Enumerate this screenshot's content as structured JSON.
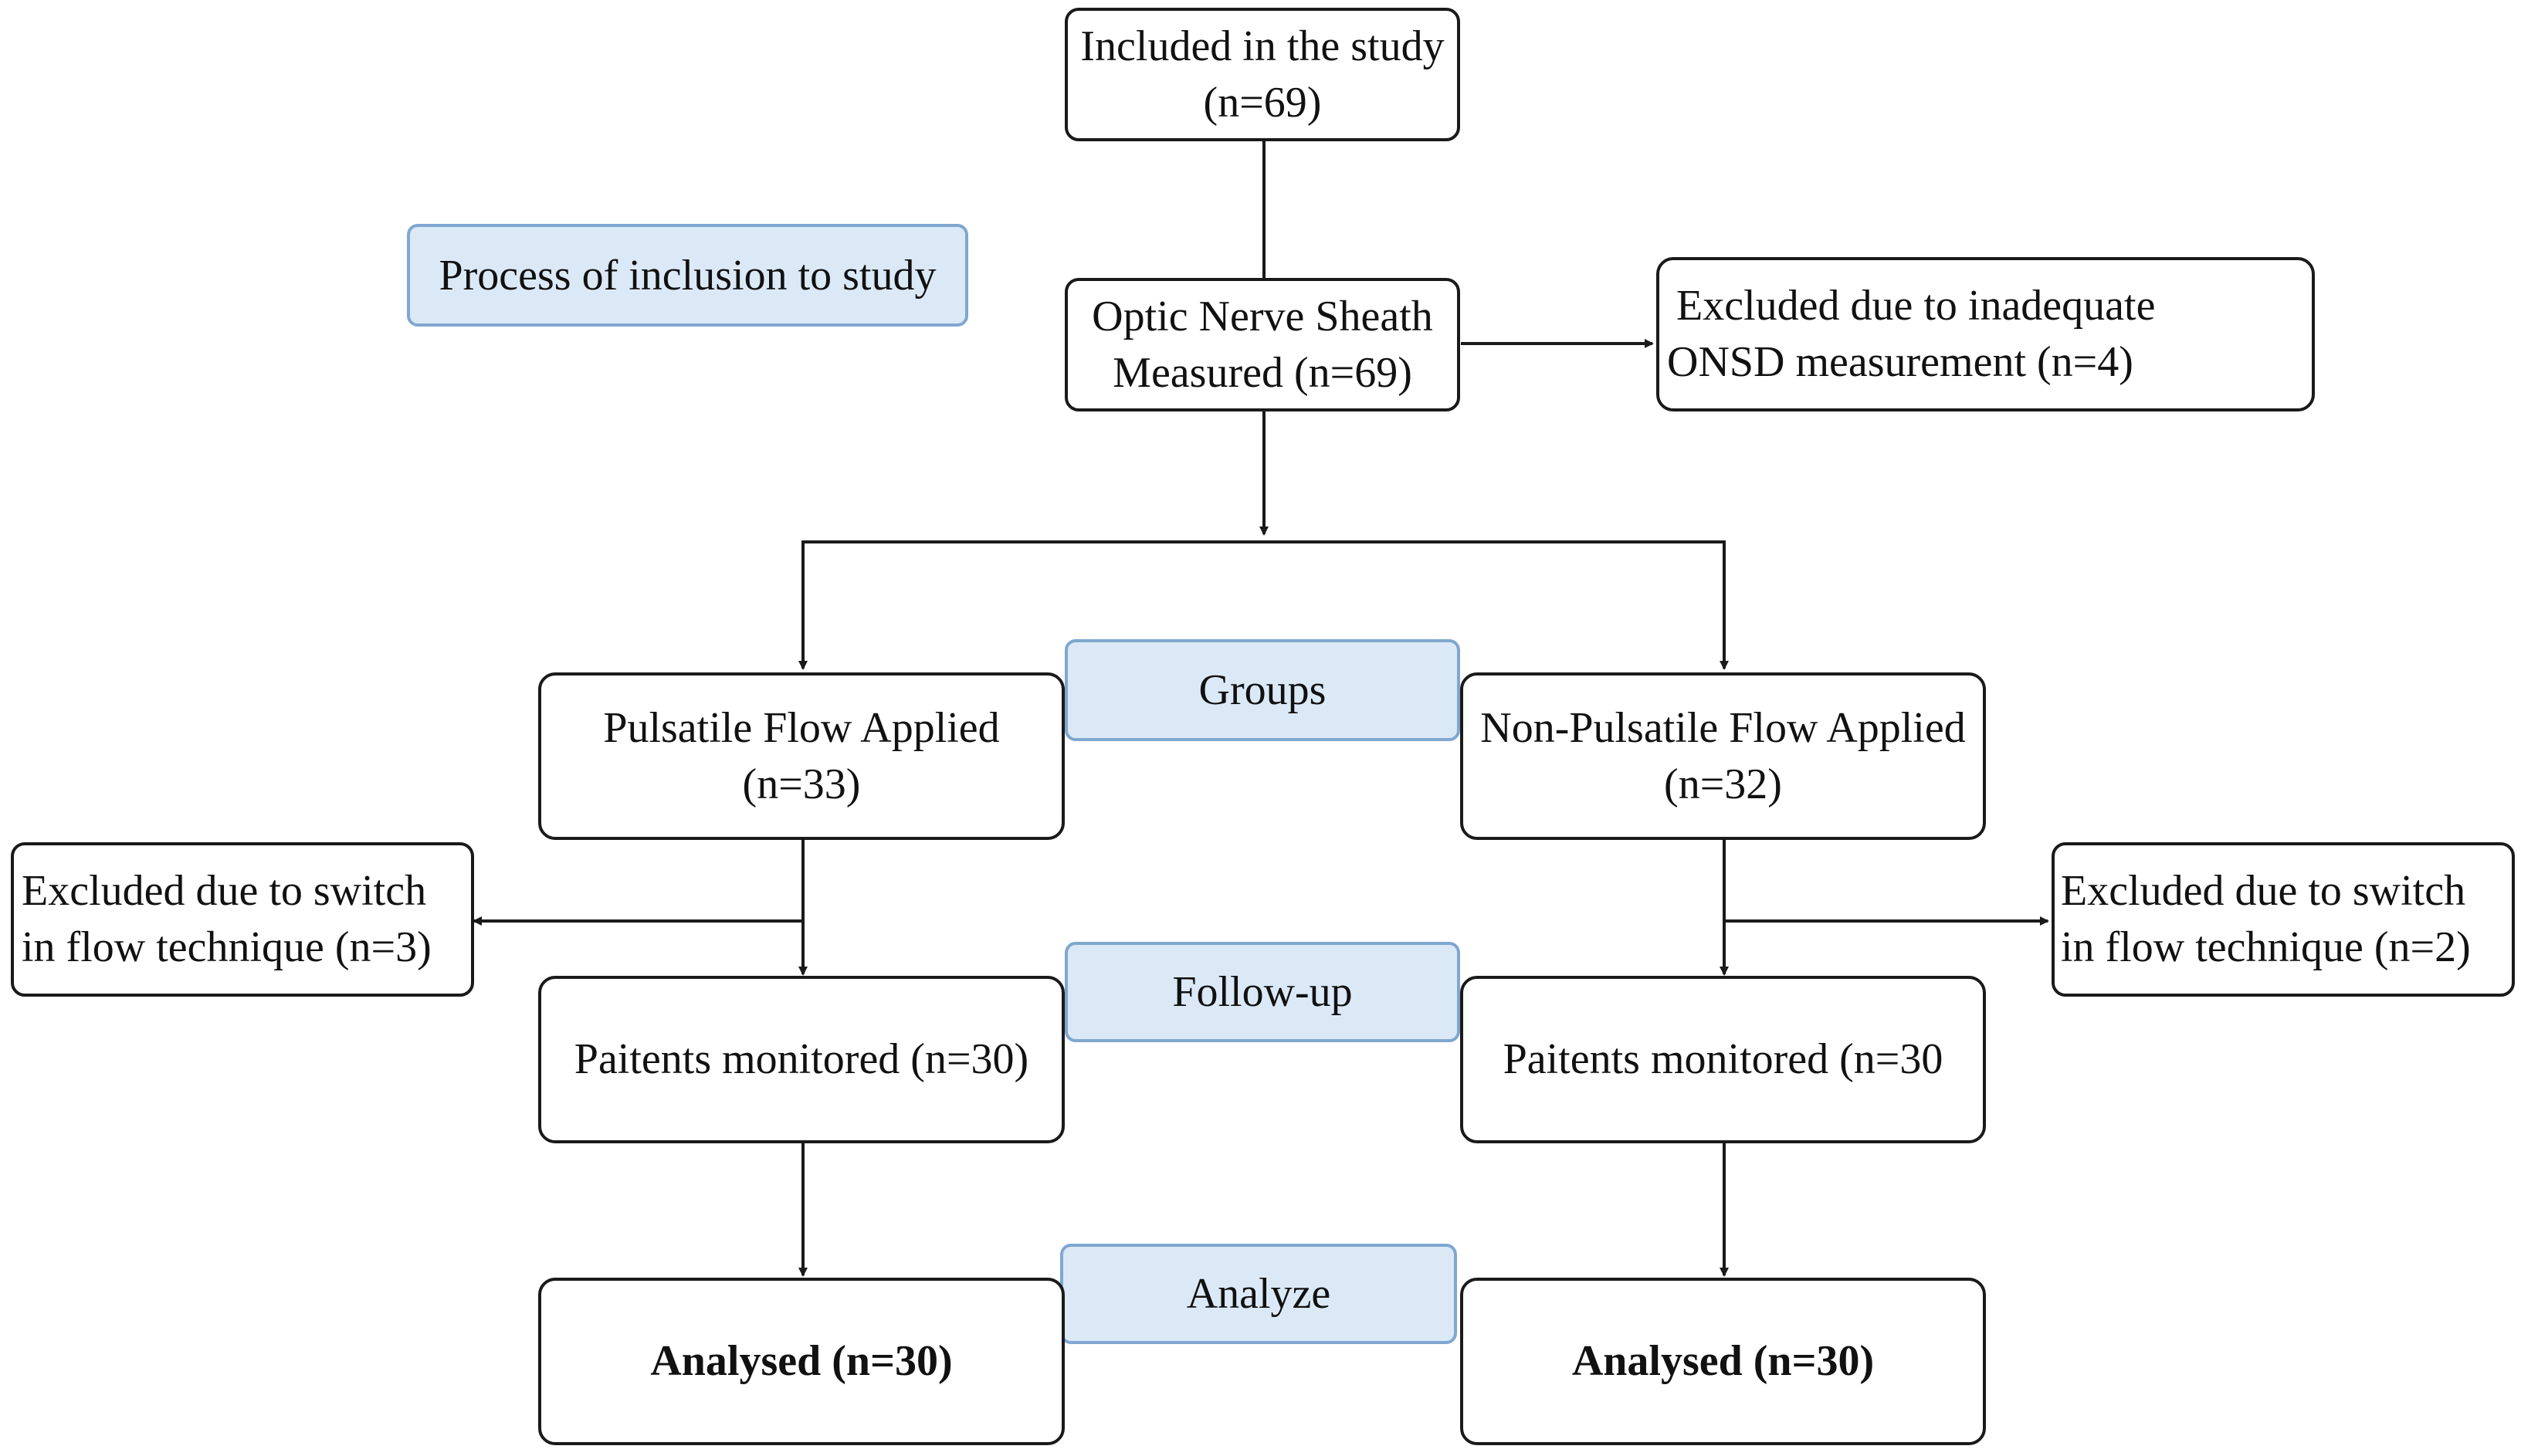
{
  "process_label": "Process of inclusion to study",
  "stage_labels": {
    "groups": "Groups",
    "followup": "Follow-up",
    "analyze": "Analyze"
  },
  "included": {
    "line1": "Included in the study",
    "line2": "(n=69)"
  },
  "onsd": {
    "line1": "Optic Nerve Sheath",
    "line2": "Measured (n=69)"
  },
  "excluded_onsd": {
    "line1": "Excluded due to inadequate",
    "line2": "ONSD measurement (n=4)"
  },
  "pulsatile": {
    "line1": "Pulsatile Flow Applied",
    "line2": "(n=33)"
  },
  "non_pulsatile": {
    "line1": "Non-Pulsatile Flow Applied",
    "line2": "(n=32)"
  },
  "excluded_left": {
    "line1": "Excluded due to switch",
    "line2": "in flow technique (n=3)"
  },
  "excluded_right": {
    "line1": "Excluded due to switch",
    "line2": "in flow technique (n=2)"
  },
  "monitored_left": "Paitents monitored (n=30)",
  "monitored_right": "Paitents monitored (n=30",
  "analysed_left": "Analysed (n=30)",
  "analysed_right": "Analysed (n=30)"
}
